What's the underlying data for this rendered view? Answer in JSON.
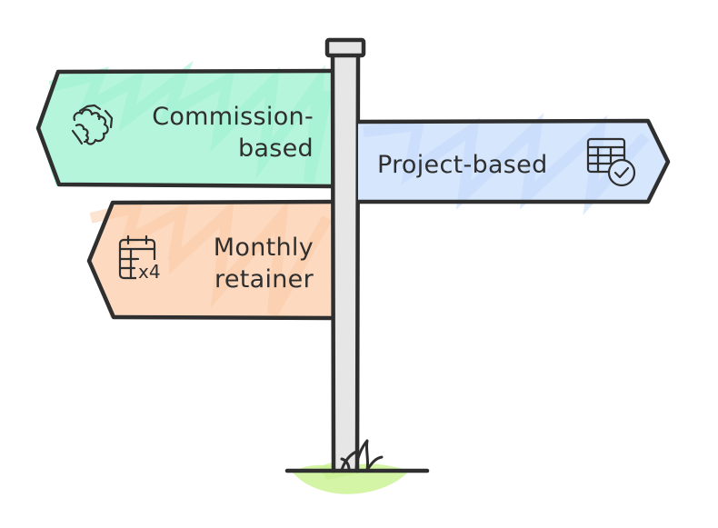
{
  "signs": {
    "commission": {
      "line1": "Commission-",
      "line2": "based",
      "icon": "handshake-icon",
      "color": "#b5f5dc"
    },
    "project": {
      "line1": "Project-based",
      "icon": "table-check-icon",
      "color": "#d6e6fd"
    },
    "retainer": {
      "line1": "Monthly",
      "line2": "retainer",
      "icon_label": "x4",
      "icon": "calendar-icon",
      "color": "#fdd9bf"
    }
  },
  "colors": {
    "outline": "#2f2f2f",
    "post": "#e6e6e6",
    "grass": "#d5f5a6"
  }
}
